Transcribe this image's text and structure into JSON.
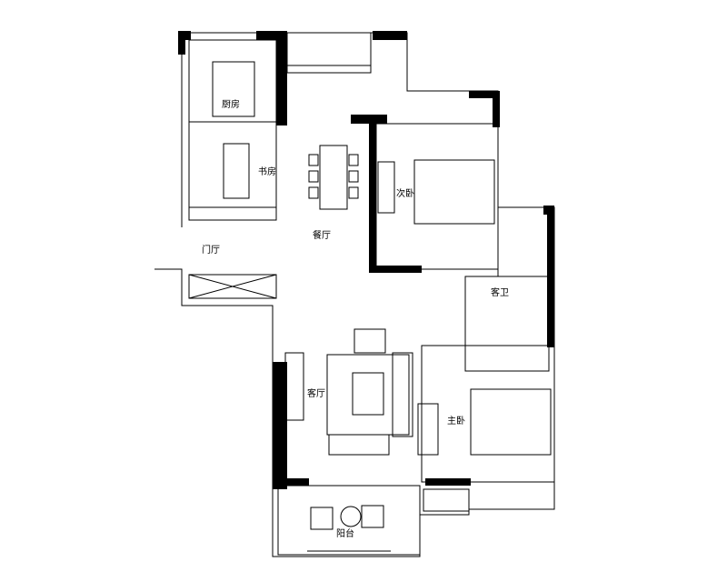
{
  "rooms": {
    "kitchen": "厨房",
    "study": "书房",
    "dining": "餐厅",
    "entrance": "门厅",
    "second_bedroom": "次卧",
    "guest_bath": "客卫",
    "living": "客厅",
    "master_bedroom": "主卧",
    "balcony": "阳台"
  },
  "colors": {
    "wall": "#000000",
    "line": "#000000",
    "background": "#ffffff"
  }
}
